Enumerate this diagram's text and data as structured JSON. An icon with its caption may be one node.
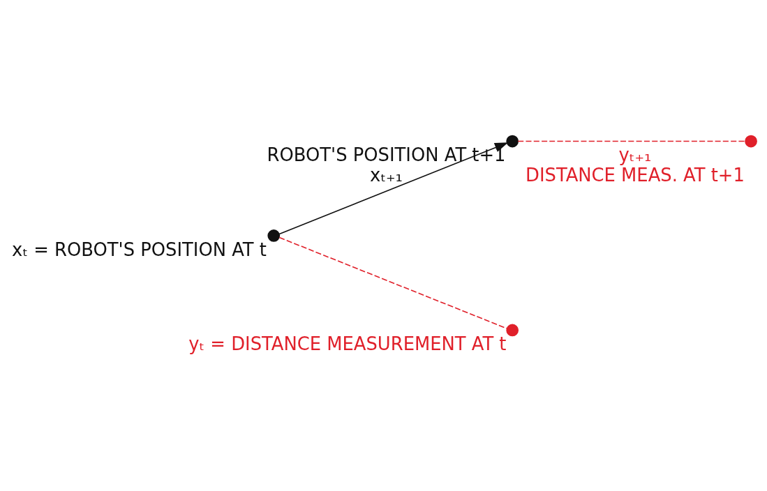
{
  "diagram": {
    "nodes": [
      {
        "text": [],
        "shape": "circle",
        "beside": [
          "xₜ = ROBOT'S POSITION AT t"
        ]
      },
      {
        "text": [],
        "shape": "circle",
        "beside": [
          "ROBOT'S POSITION AT t+1",
          "xₜ₊₁"
        ]
      },
      {
        "text": [],
        "shape": "circle",
        "beside": [
          "yₜ = DISTANCE MEASUREMENT AT t"
        ]
      },
      {
        "text": [],
        "shape": "circle",
        "beside": [
          "yₜ₊₁",
          "DISTANCE MEAS. AT t+1"
        ]
      }
    ],
    "edges": [
      {
        "from": 0,
        "to": 1,
        "arrow": "to",
        "color": "#111111"
      },
      {
        "from": 1,
        "to": 3,
        "arrow": "none",
        "style": "dashed",
        "color": "#e0202a"
      },
      {
        "from": 0,
        "to": 2,
        "arrow": "none",
        "style": "dashed",
        "color": "#e0202a"
      }
    ]
  }
}
